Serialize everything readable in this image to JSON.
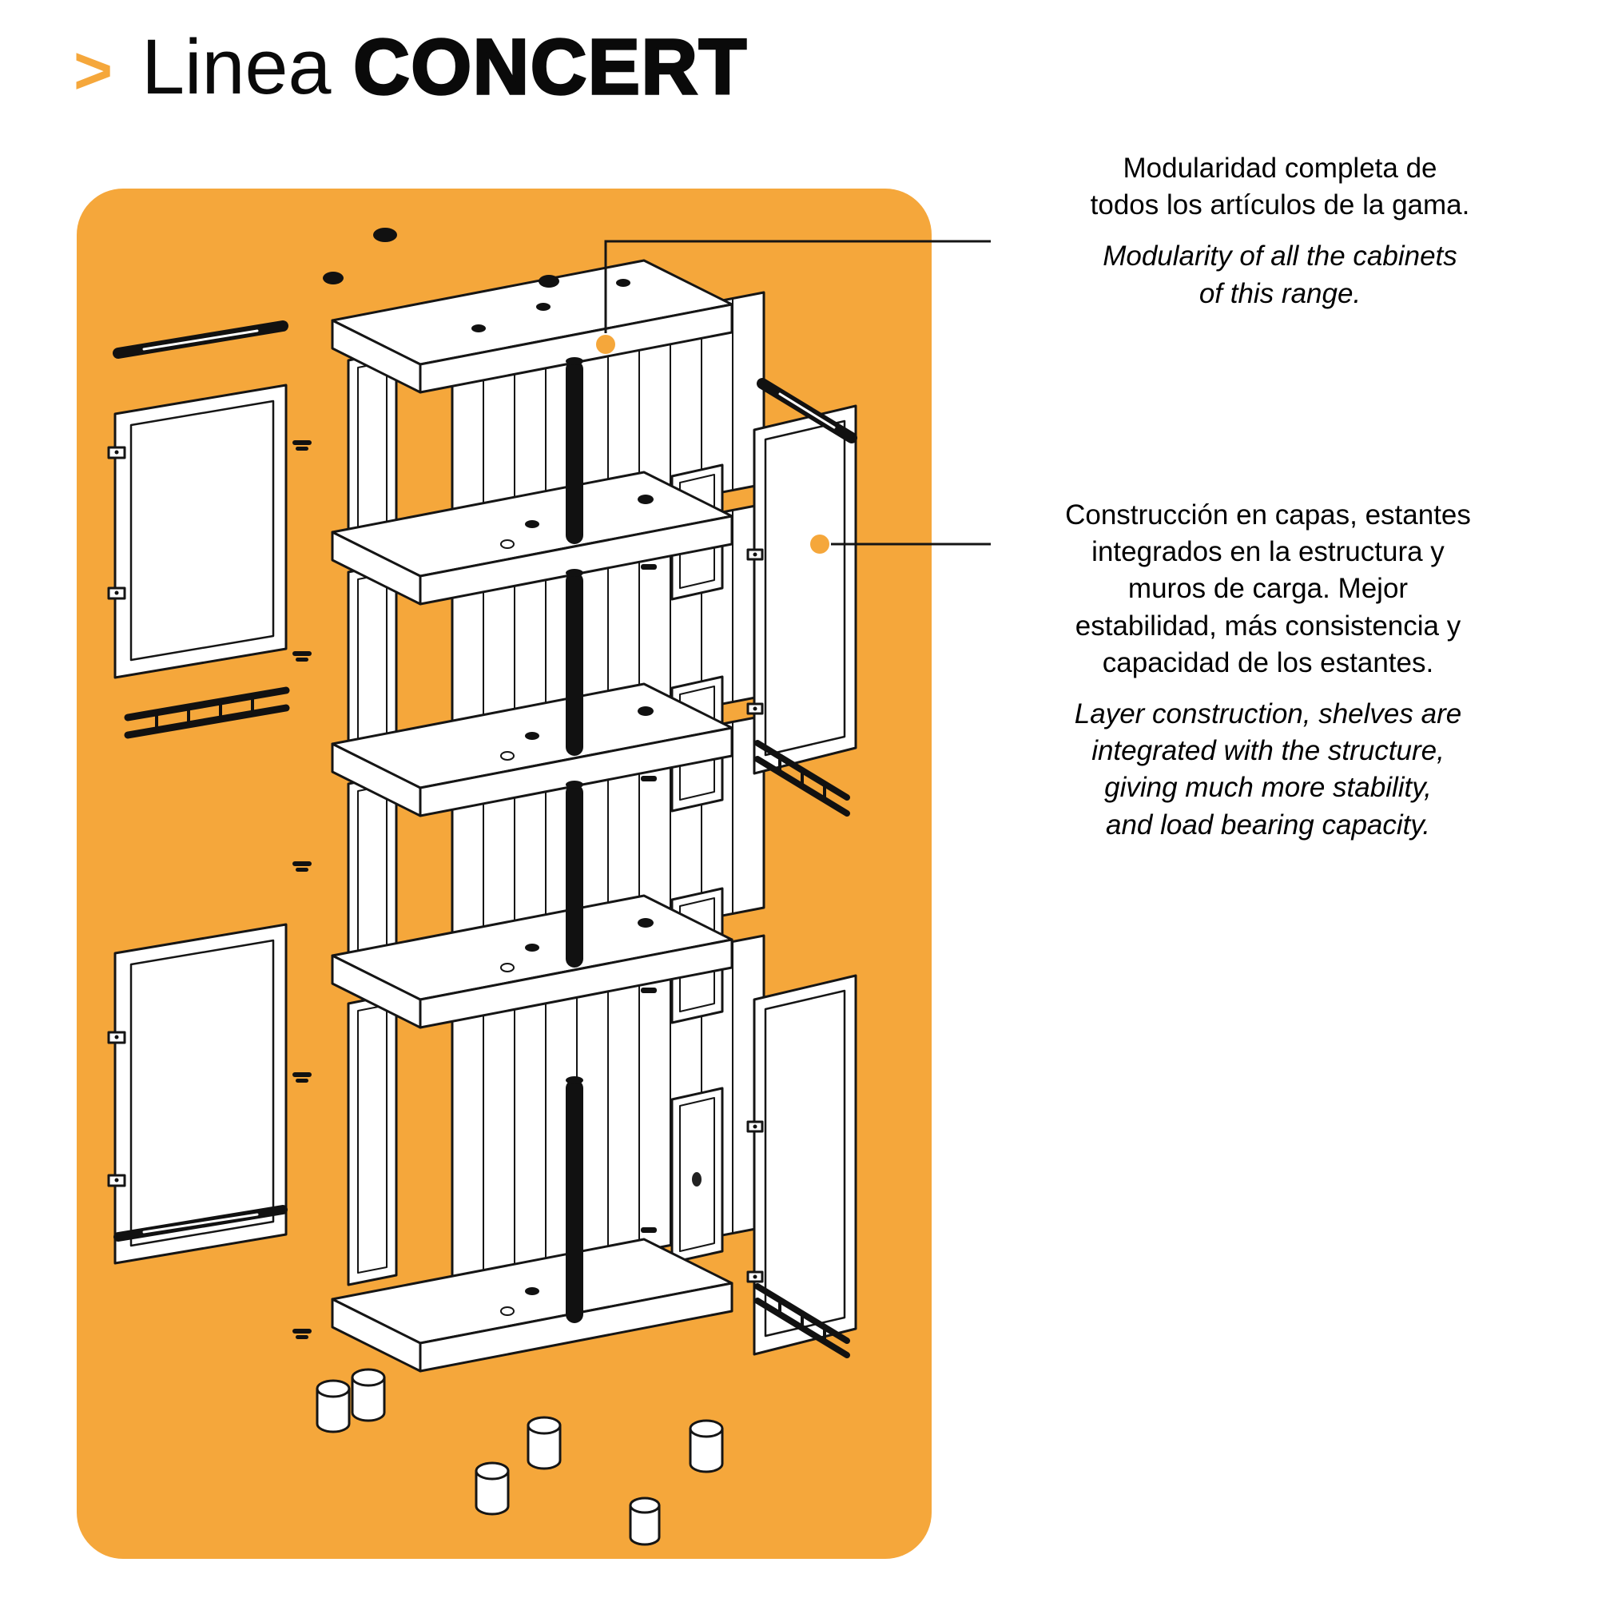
{
  "colors": {
    "accent_orange": "#F5A73B",
    "line_black": "#151515",
    "background": "#FFFFFF"
  },
  "title": {
    "chevron": ">",
    "regular": "Linea",
    "bold": "CONCERT"
  },
  "annotations": [
    {
      "es": "Modularidad completa de\ntodos los artículos de la gama.",
      "en": "Modularity of all the cabinets\nof this range."
    },
    {
      "es": "Construcción en capas, estantes\nintegrados en la estructura y\nmuros de carga. Mejor\nestabilidad, más consistencia y\ncapacidad de los estantes.",
      "en": "Layer construction, shelves are\nintegrated with the structure,\ngiving much more stability,\nand load bearing capacity."
    }
  ],
  "diagram": {
    "parts": [
      "top-lid",
      "shelf",
      "corrugated-back-panel",
      "side-frame",
      "support-pole",
      "door-panel",
      "hinge",
      "slide-rail",
      "fastener-clip",
      "foot",
      "screw-cap",
      "keyhole"
    ]
  }
}
